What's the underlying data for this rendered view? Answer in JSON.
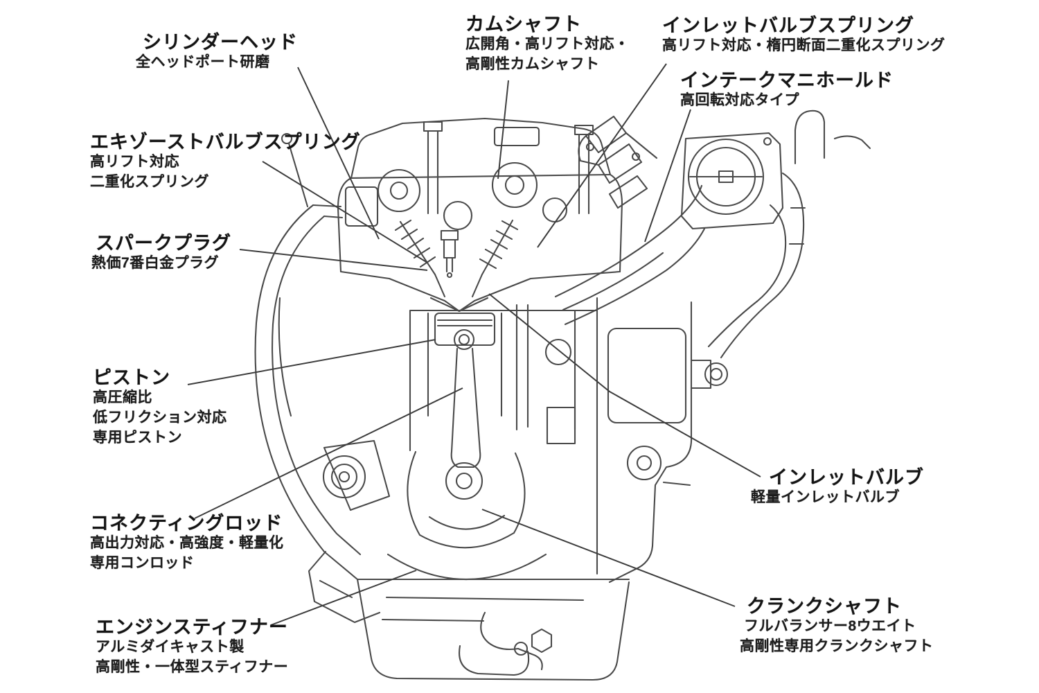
{
  "diagram": {
    "type": "engine-cutaway-annotated",
    "language": "ja",
    "colors": {
      "background": "#ffffff",
      "ink": "#4a4a4a",
      "leader": "#3d3d3d",
      "text": "#141414"
    },
    "labels": [
      {
        "id": "cylinder-head",
        "title": "シリンダーヘッド",
        "lines": [
          "全ヘッドポート研磨"
        ]
      },
      {
        "id": "camshaft",
        "title": "カムシャフト",
        "lines": [
          "広開角・高リフト対応・",
          "高剛性カムシャフト"
        ]
      },
      {
        "id": "inlet-valve-spring",
        "title": "インレットバルブスプリング",
        "lines": [
          "高リフト対応・楕円断面二重化スプリング"
        ]
      },
      {
        "id": "intake-manifold",
        "title": "インテークマニホールド",
        "lines": [
          "高回転対応タイプ"
        ]
      },
      {
        "id": "exhaust-valve-spring",
        "title": "エキゾーストバルブスプリング",
        "lines": [
          "高リフト対応",
          "二重化スプリング"
        ]
      },
      {
        "id": "spark-plug",
        "title": "スパークプラグ",
        "lines": [
          "熱価7番白金プラグ"
        ]
      },
      {
        "id": "piston",
        "title": "ピストン",
        "lines": [
          "高圧縮比",
          "低フリクション対応",
          "専用ピストン"
        ]
      },
      {
        "id": "connecting-rod",
        "title": "コネクティングロッド",
        "lines": [
          "高出力対応・高強度・軽量化",
          "専用コンロッド"
        ]
      },
      {
        "id": "engine-stiffener",
        "title": "エンジンスティフナー",
        "lines": [
          "アルミダイキャスト製",
          "高剛性・一体型スティフナー"
        ]
      },
      {
        "id": "inlet-valve",
        "title": "インレットバルブ",
        "lines": [
          "軽量インレットバルブ"
        ]
      },
      {
        "id": "crankshaft",
        "title": "クランクシャフト",
        "lines": [
          "フルバランサー8ウエイト",
          "高剛性専用クランクシャフト"
        ]
      }
    ]
  }
}
